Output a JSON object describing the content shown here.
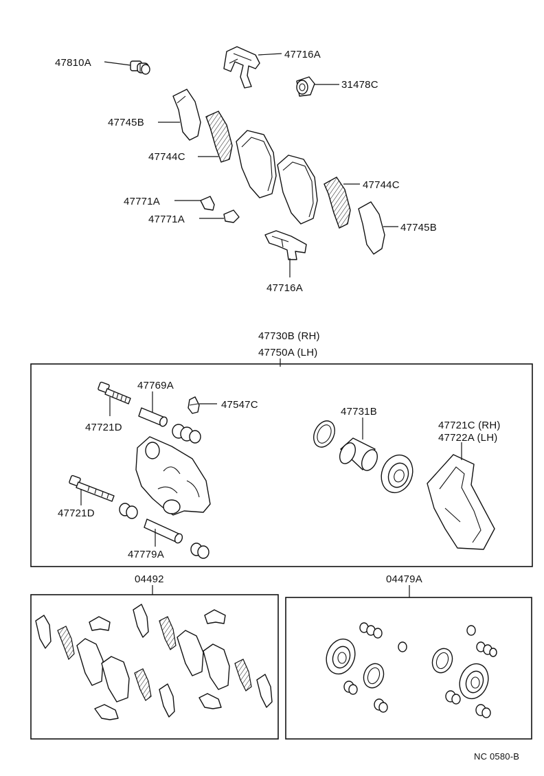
{
  "diagram_id": "NC 0580-B",
  "upper_labels": {
    "l_47810A": "47810A",
    "l_47716A_top": "47716A",
    "l_31478C": "31478C",
    "l_47745B_left": "47745B",
    "l_47744C_left": "47744C",
    "l_47744C_right": "47744C",
    "l_47771A_1": "47771A",
    "l_47771A_2": "47771A",
    "l_47745B_right": "47745B",
    "l_47716A_bottom": "47716A"
  },
  "caliper_assembly": {
    "title_rh": "47730B (RH)",
    "title_lh": "47750A (LH)",
    "l_47769A": "47769A",
    "l_47547C": "47547C",
    "l_47721D_top": "47721D",
    "l_47731B": "47731B",
    "l_47721C": "47721C (RH)",
    "l_47722A": "47722A (LH)",
    "l_47721D_bottom": "47721D",
    "l_47779A": "47779A"
  },
  "kits": {
    "pad_kit": "04492",
    "seal_kit": "04479A"
  }
}
